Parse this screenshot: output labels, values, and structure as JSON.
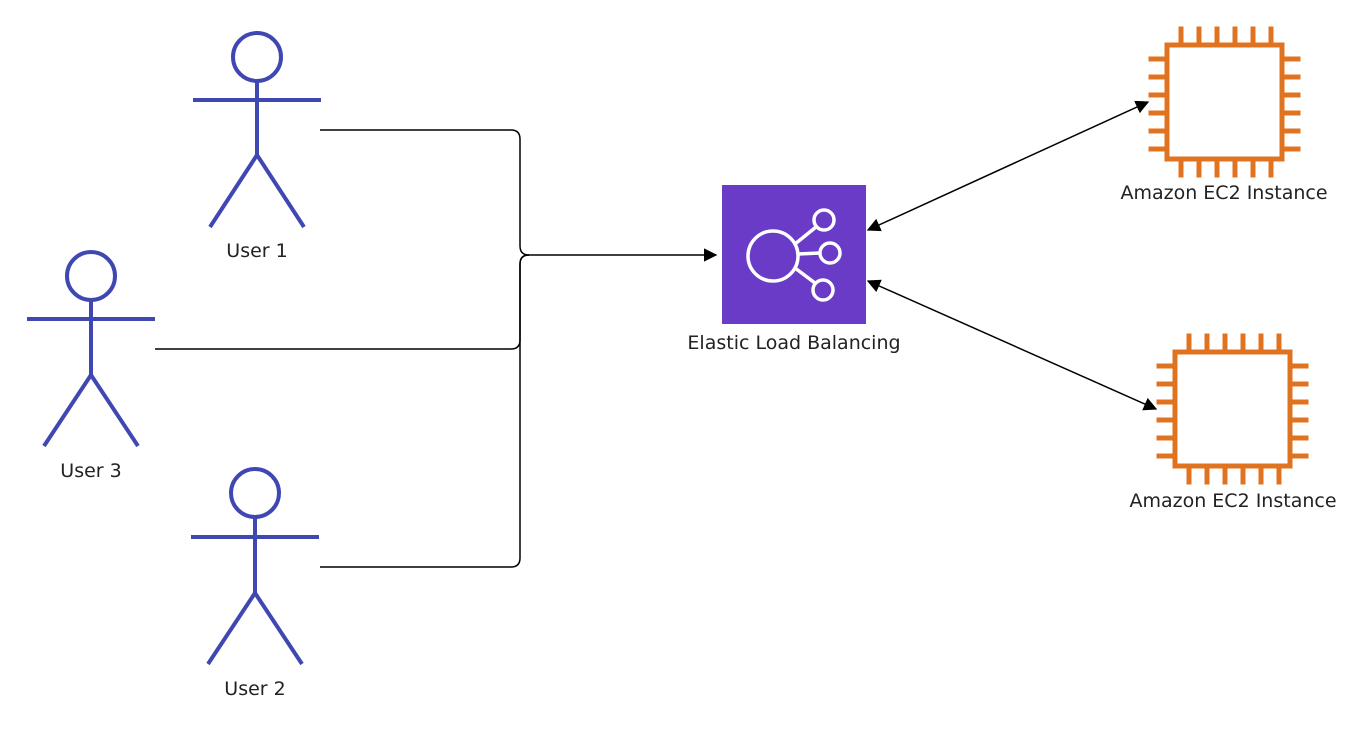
{
  "colors": {
    "actor": "#3f48b2",
    "ec2": "#e0731f",
    "elb_fill": "#6a3bc6",
    "connector": "#000000"
  },
  "actors": [
    {
      "id": "user1",
      "label": "User 1",
      "icon": "actor-icon"
    },
    {
      "id": "user3",
      "label": "User 3",
      "icon": "actor-icon"
    },
    {
      "id": "user2",
      "label": "User 2",
      "icon": "actor-icon"
    }
  ],
  "load_balancer": {
    "label": "Elastic Load Balancing",
    "icon": "elastic-load-balancing-icon"
  },
  "instances": [
    {
      "id": "ec2-top",
      "label": "Amazon EC2 Instance",
      "icon": "ec2-instance-icon"
    },
    {
      "id": "ec2-bottom",
      "label": "Amazon EC2 Instance",
      "icon": "ec2-instance-icon"
    }
  ]
}
